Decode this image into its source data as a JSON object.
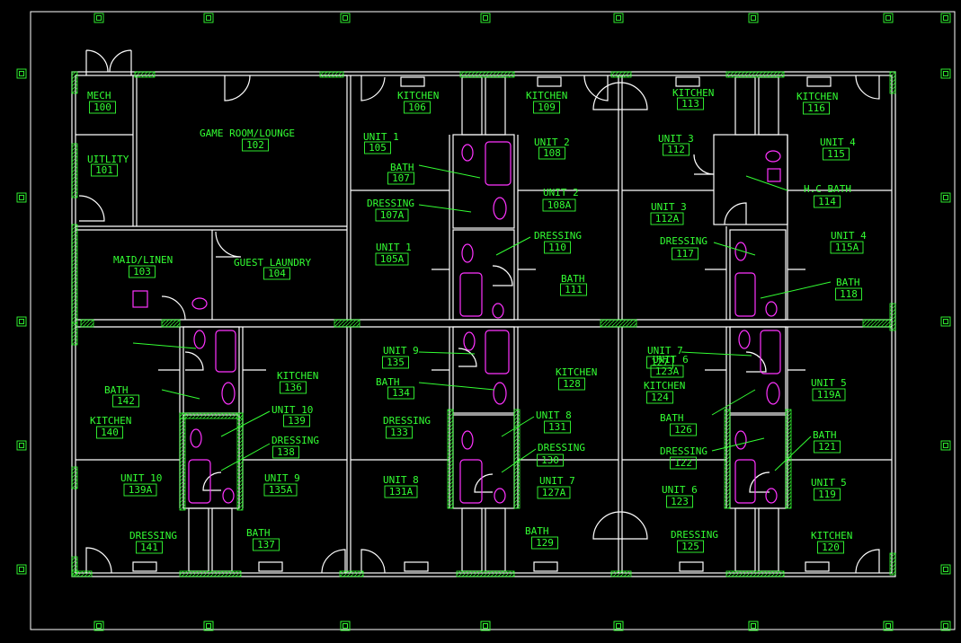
{
  "rooms": [
    {
      "label": "MECH",
      "num": "100"
    },
    {
      "label": "UITLITY",
      "num": "101"
    },
    {
      "label": "GAME ROOM/LOUNGE",
      "num": "102"
    },
    {
      "label": "MAID/LINEN",
      "num": "103"
    },
    {
      "label": "GUEST LAUNDRY",
      "num": "104"
    },
    {
      "label": "UNIT 1",
      "num": "105"
    },
    {
      "label": "UNIT 1",
      "num": "105A"
    },
    {
      "label": "KITCHEN",
      "num": "106"
    },
    {
      "label": "BATH",
      "num": "107"
    },
    {
      "label": "DRESSING",
      "num": "107A"
    },
    {
      "label": "UNIT 2",
      "num": "108"
    },
    {
      "label": "UNIT 2",
      "num": "108A"
    },
    {
      "label": "KITCHEN",
      "num": "109"
    },
    {
      "label": "DRESSING",
      "num": "110"
    },
    {
      "label": "BATH",
      "num": "111"
    },
    {
      "label": "UNIT 3",
      "num": "112"
    },
    {
      "label": "UNIT 3",
      "num": "112A"
    },
    {
      "label": "KITCHEN",
      "num": "113"
    },
    {
      "label": "H.C BATH",
      "num": "114"
    },
    {
      "label": "UNIT 4",
      "num": "115"
    },
    {
      "label": "UNIT 4",
      "num": "115A"
    },
    {
      "label": "KITCHEN",
      "num": "116"
    },
    {
      "label": "DRESSING",
      "num": "117"
    },
    {
      "label": "BATH",
      "num": "118"
    },
    {
      "label": "UNIT 5",
      "num": "119"
    },
    {
      "label": "UNIT 5",
      "num": "119A"
    },
    {
      "label": "KITCHEN",
      "num": "120"
    },
    {
      "label": "BATH",
      "num": "121"
    },
    {
      "label": "DRESSING",
      "num": "122"
    },
    {
      "label": "UNIT 6",
      "num": "123"
    },
    {
      "label": "UNIT 6",
      "num": "123A"
    },
    {
      "label": "KITCHEN",
      "num": "124"
    },
    {
      "label": "DRESSING",
      "num": "125"
    },
    {
      "label": "BATH",
      "num": "126"
    },
    {
      "label": "UNIT 7",
      "num": "127"
    },
    {
      "label": "UNIT 7",
      "num": "127A"
    },
    {
      "label": "KITCHEN",
      "num": "128"
    },
    {
      "label": "BATH",
      "num": "129"
    },
    {
      "label": "DRESSING",
      "num": "130"
    },
    {
      "label": "UNIT 8",
      "num": "131"
    },
    {
      "label": "UNIT 8",
      "num": "131A"
    },
    {
      "label": "DRESSING",
      "num": "133"
    },
    {
      "label": "BATH",
      "num": "134"
    },
    {
      "label": "UNIT 9",
      "num": "135"
    },
    {
      "label": "UNIT 9",
      "num": "135A"
    },
    {
      "label": "KITCHEN",
      "num": "136"
    },
    {
      "label": "BATH",
      "num": "137"
    },
    {
      "label": "DRESSING",
      "num": "138"
    },
    {
      "label": "UNIT 10",
      "num": "139"
    },
    {
      "label": "UNIT 10",
      "num": "139A"
    },
    {
      "label": "KITCHEN",
      "num": "140"
    },
    {
      "label": "DRESSING",
      "num": "141"
    },
    {
      "label": "BATH",
      "num": "142"
    }
  ],
  "colors": {
    "background": "#000000",
    "text": "#33ff33",
    "walls": "#ffffff",
    "fixtures": "#ff33ff",
    "frame": "#ffffff"
  }
}
